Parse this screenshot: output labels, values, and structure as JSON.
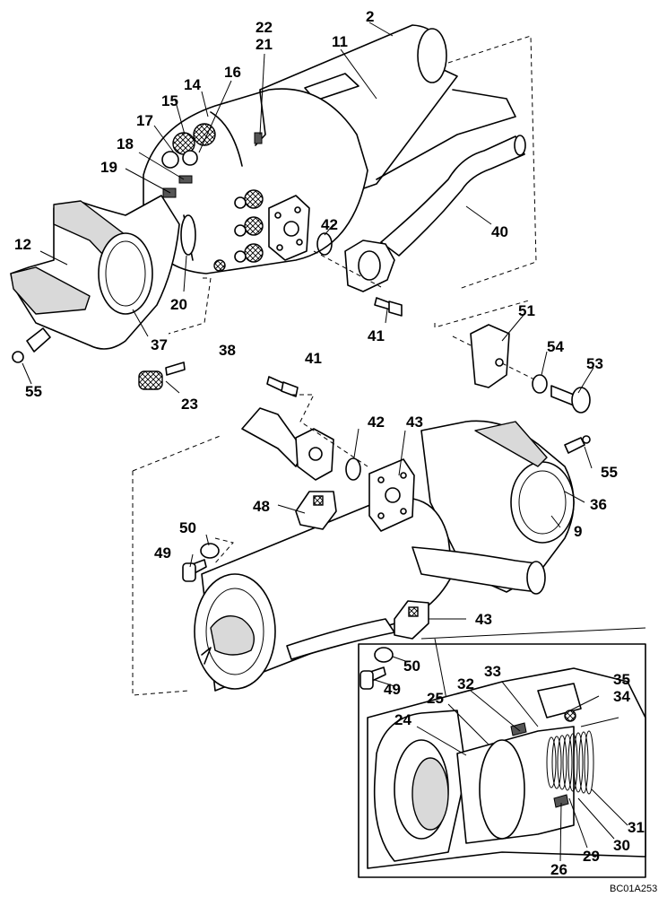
{
  "labels": [
    {
      "id": "p2",
      "text": "2"
    },
    {
      "id": "p22",
      "text": "22"
    },
    {
      "id": "p21",
      "text": "21"
    },
    {
      "id": "p11",
      "text": "11"
    },
    {
      "id": "p14",
      "text": "14"
    },
    {
      "id": "p16",
      "text": "16"
    },
    {
      "id": "p15",
      "text": "15"
    },
    {
      "id": "p17",
      "text": "17"
    },
    {
      "id": "p18",
      "text": "18"
    },
    {
      "id": "p19",
      "text": "19"
    },
    {
      "id": "p12",
      "text": "12"
    },
    {
      "id": "p20",
      "text": "20"
    },
    {
      "id": "p37",
      "text": "37"
    },
    {
      "id": "p42a",
      "text": "42"
    },
    {
      "id": "p40",
      "text": "40"
    },
    {
      "id": "p41a",
      "text": "41"
    },
    {
      "id": "p55a",
      "text": "55"
    },
    {
      "id": "p23",
      "text": "23"
    },
    {
      "id": "p38",
      "text": "38"
    },
    {
      "id": "p41b",
      "text": "41"
    },
    {
      "id": "p51",
      "text": "51"
    },
    {
      "id": "p54",
      "text": "54"
    },
    {
      "id": "p53",
      "text": "53"
    },
    {
      "id": "p42b",
      "text": "42"
    },
    {
      "id": "p43a",
      "text": "43"
    },
    {
      "id": "p55b",
      "text": "55"
    },
    {
      "id": "p48",
      "text": "48"
    },
    {
      "id": "p36",
      "text": "36"
    },
    {
      "id": "p9",
      "text": "9"
    },
    {
      "id": "p50a",
      "text": "50"
    },
    {
      "id": "p49a",
      "text": "49"
    },
    {
      "id": "p43b",
      "text": "43"
    },
    {
      "id": "p50b",
      "text": "50"
    },
    {
      "id": "p49b",
      "text": "49"
    },
    {
      "id": "p33",
      "text": "33"
    },
    {
      "id": "p35",
      "text": "35"
    },
    {
      "id": "p32",
      "text": "32"
    },
    {
      "id": "p34",
      "text": "34"
    },
    {
      "id": "p25",
      "text": "25"
    },
    {
      "id": "p24",
      "text": "24"
    },
    {
      "id": "p31",
      "text": "31"
    },
    {
      "id": "p30",
      "text": "30"
    },
    {
      "id": "p29",
      "text": "29"
    },
    {
      "id": "p26",
      "text": "26"
    }
  ],
  "drawing_code": "BC01A253"
}
